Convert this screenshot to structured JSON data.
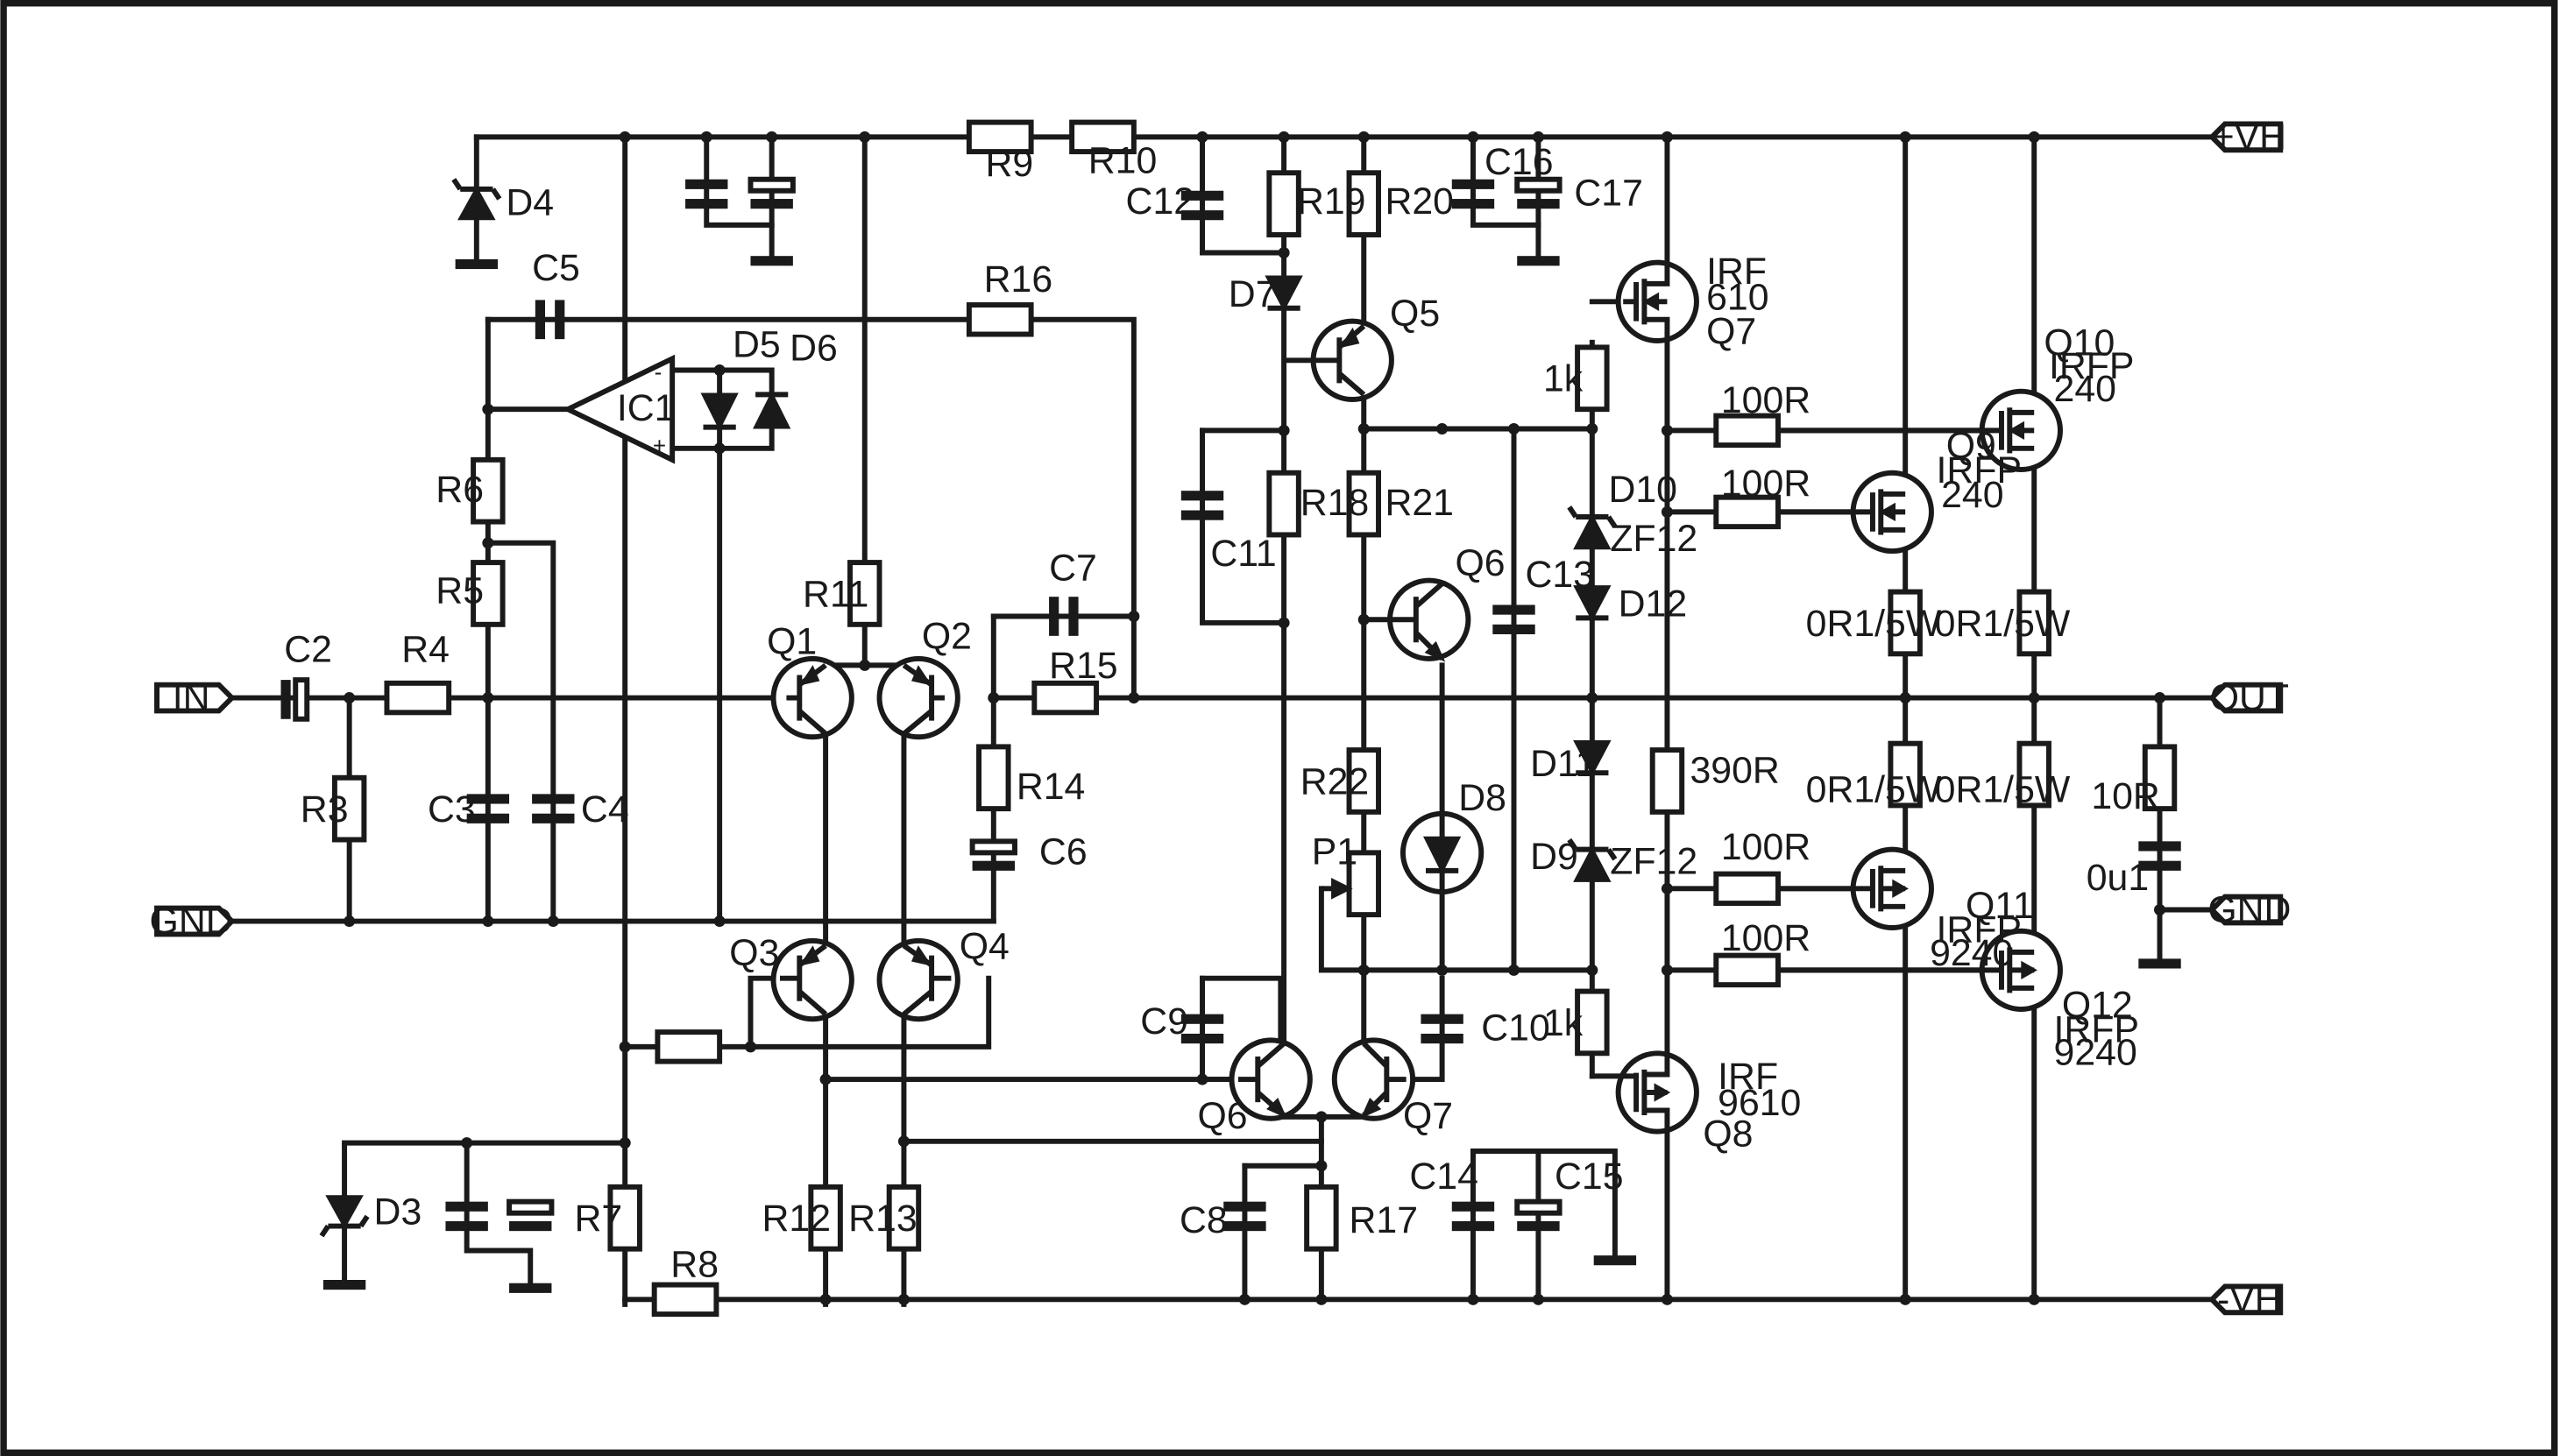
{
  "ports": {
    "vh_pos": "+VH",
    "vh_neg": "-VH",
    "input": "IN",
    "output": "OUT",
    "gnd_left": "GND",
    "gnd_right": "GND"
  },
  "opamp": {
    "name": "IC1",
    "minus": "-",
    "plus": "+"
  },
  "resistors": {
    "r3": "R3",
    "r4": "R4",
    "r5": "R5",
    "r6": "R6",
    "r7": "R7",
    "r8": "R8",
    "r9": "R9",
    "r10": "R10",
    "r11": "R11",
    "r12": "R12",
    "r13": "R13",
    "r14": "R14",
    "r15": "R15",
    "r16": "R16",
    "r17": "R17",
    "r18": "R18",
    "r19": "R19",
    "r20": "R20",
    "r21": "R21",
    "r22": "R22",
    "p1": "P1",
    "gate_q7": "1k",
    "gate_q8": "1k",
    "r390": "390R",
    "gate_q9": "100R",
    "gate_q10": "100R",
    "gate_q11": "100R",
    "gate_q12": "100R",
    "src_q9": "0R1/5W",
    "src_q10": "0R1/5W",
    "src_q11": "0R1/5W",
    "src_q12": "0R1/5W",
    "zobel_r": "10R"
  },
  "capacitors": {
    "c2": "C2",
    "c3": "C3",
    "c4": "C4",
    "c5": "C5",
    "c6": "C6",
    "c7": "C7",
    "c8": "C8",
    "c9": "C9",
    "c10": "C10",
    "c11": "C11",
    "c12": "C12",
    "c13": "C13",
    "c14": "C14",
    "c15": "C15",
    "c16": "C16",
    "c17": "C17",
    "zobel_c": "0u1"
  },
  "diodes": {
    "d3": "D3",
    "d4": "D4",
    "d5": "D5",
    "d6": "D6",
    "d7": "D7",
    "d8": "D8",
    "d9": "D9",
    "d10": "D10",
    "d11": "D11",
    "d12": "D12",
    "zf_top": "ZF12",
    "zf_bot": "ZF12"
  },
  "transistors": {
    "q1": "Q1",
    "q2": "Q2",
    "q3": "Q3",
    "q4": "Q4",
    "q5": "Q5",
    "q6_vas": "Q6",
    "q6": "Q6",
    "q7": "Q7",
    "q7_type_a": "IRF",
    "q7_type_b": "610",
    "q7_name": "Q7",
    "q8_type_a": "IRF",
    "q8_type_b": "9610",
    "q8_name": "Q8",
    "q9_name": "Q9",
    "q9_type_a": "IRFP",
    "q9_type_b": "240",
    "q10_name": "Q10",
    "q10_type_a": "IRFP",
    "q10_type_b": "240",
    "q11_name": "Q11",
    "q11_type_a": "IRFP",
    "q11_type_b": "9240",
    "q12_name": "Q12",
    "q12_type_a": "IRFP",
    "q12_type_b": "9240"
  }
}
